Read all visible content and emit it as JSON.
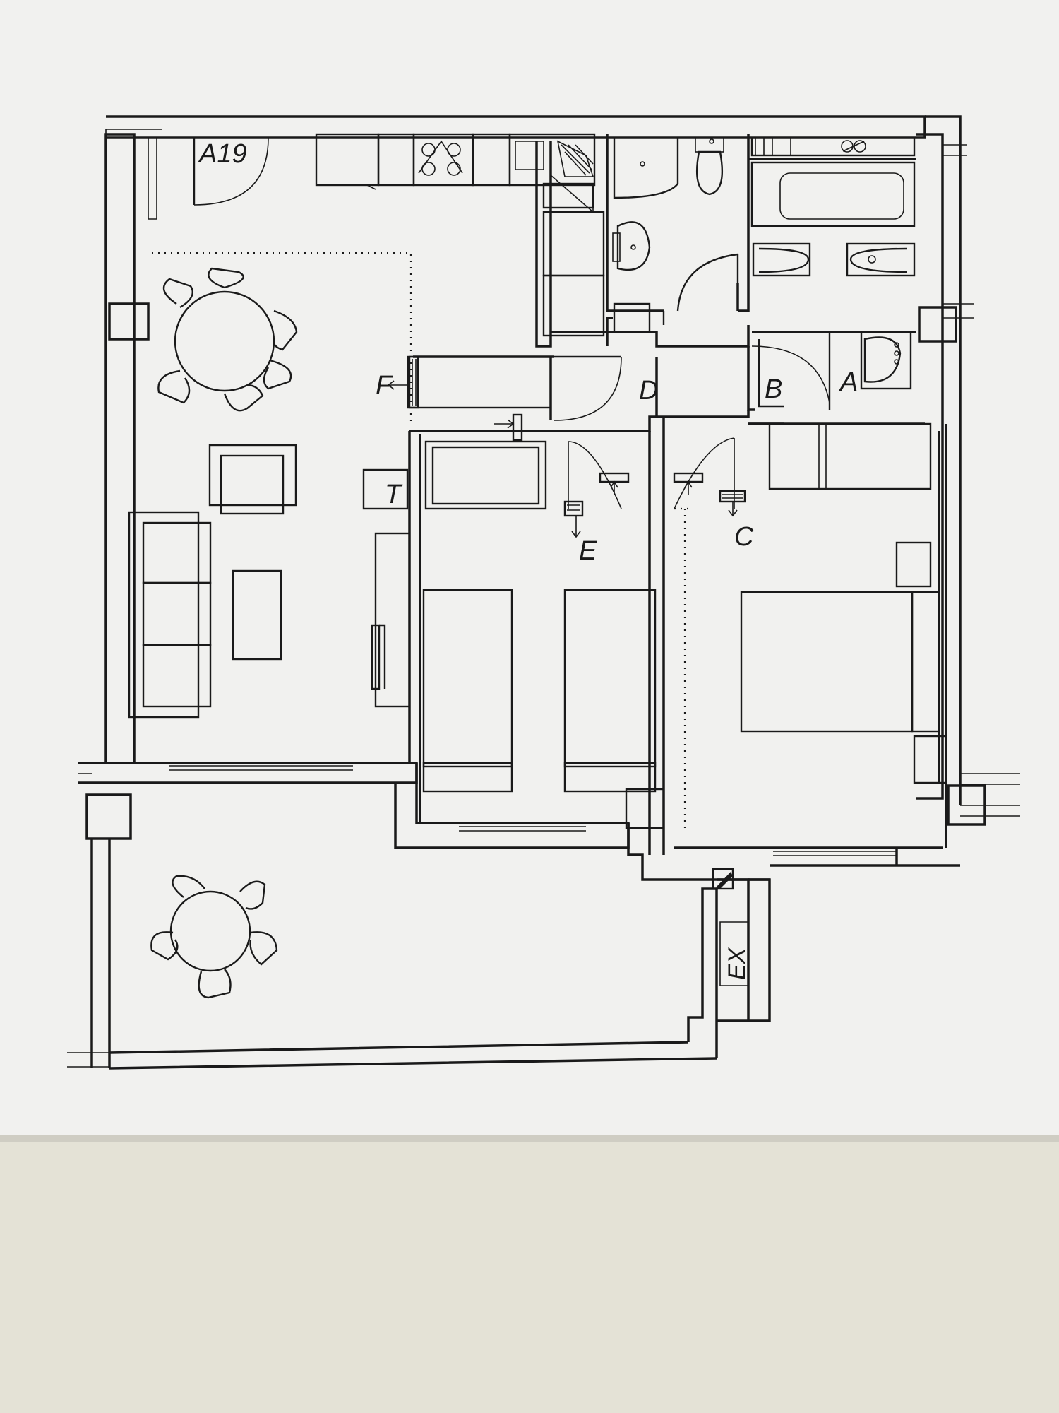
{
  "plan": {
    "unit_label": "A19",
    "labels": {
      "A": "A",
      "B": "B",
      "C": "C",
      "D": "D",
      "E": "E",
      "F": "F",
      "T": "T",
      "EX": "EX"
    }
  },
  "colors": {
    "paper": "#f1f1ef",
    "wall": "#f7f7f7",
    "line": "#1a1a1a",
    "background": "#e4e2d6"
  }
}
